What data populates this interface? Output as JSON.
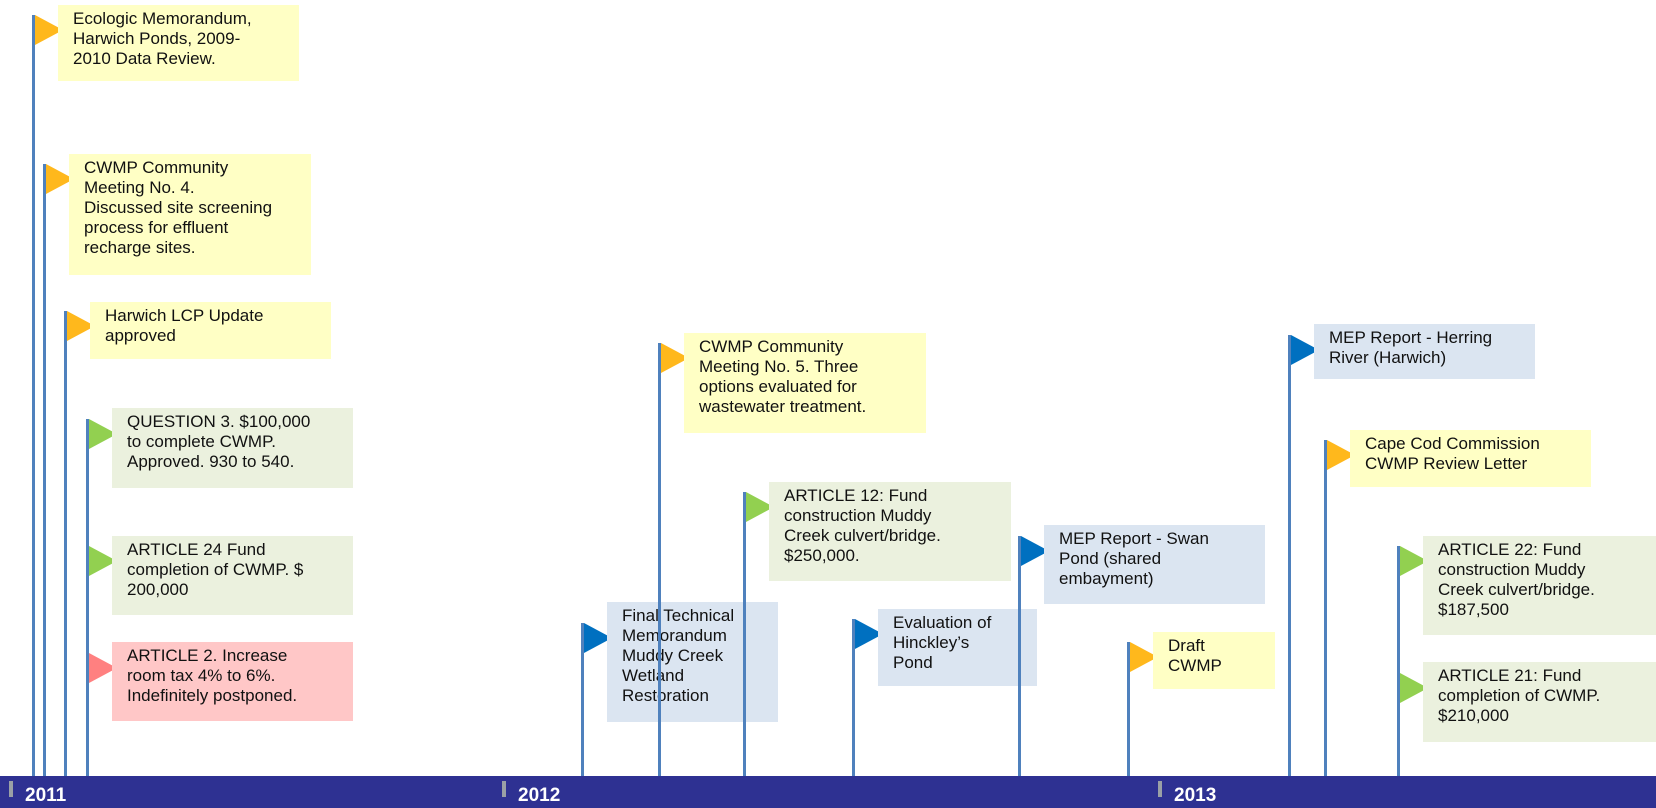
{
  "colors": {
    "axis": "#2e3192",
    "pole": "#4f81bd",
    "flag_yellow": "#ffb81c",
    "flag_blue": "#0070c0",
    "flag_green": "#92d050",
    "flag_red": "#ff8080",
    "box_yellow": "#ffffc5",
    "box_blue": "#dbe5f1",
    "box_green": "#ebf1de",
    "box_red": "#ffc7c7"
  },
  "axis": {
    "years": [
      "2011",
      "2012",
      "2013"
    ]
  },
  "events": [
    {
      "id": "ecologic-memo",
      "color": "yellow",
      "text": "Ecologic Memorandum,\nHarwich Ponds, 2009-\n2010 Data Review."
    },
    {
      "id": "cwmp-meeting-4",
      "color": "yellow",
      "text": "CWMP Community\nMeeting No. 4.\nDiscussed site screening\nprocess for effluent\nrecharge sites."
    },
    {
      "id": "lcp-update",
      "color": "yellow",
      "text": "Harwich LCP Update\napproved"
    },
    {
      "id": "question-3",
      "color": "green",
      "text": "QUESTION 3. $100,000\nto complete CWMP.\nApproved. 930 to 540."
    },
    {
      "id": "article-24",
      "color": "green",
      "text": "ARTICLE 24 Fund\ncompletion of CWMP. $\n200,000"
    },
    {
      "id": "article-2",
      "color": "red",
      "text": "ARTICLE 2. Increase\nroom tax 4% to 6%.\nIndefinitely postponed."
    },
    {
      "id": "final-tech-memo",
      "color": "blue",
      "text": "Final Technical\nMemorandum\nMuddy Creek\nWetland\nRestoration"
    },
    {
      "id": "cwmp-meeting-5",
      "color": "yellow",
      "text": "CWMP Community\nMeeting No. 5. Three\noptions evaluated for\nwastewater treatment."
    },
    {
      "id": "article-12",
      "color": "green",
      "text": "ARTICLE 12: Fund\nconstruction Muddy\nCreek culvert/bridge.\n$250,000."
    },
    {
      "id": "hinckleys-pond",
      "color": "blue",
      "text": "Evaluation of\nHinckley’s\nPond"
    },
    {
      "id": "mep-swan-pond",
      "color": "blue",
      "text": "MEP Report - Swan\nPond (shared\nembayment)"
    },
    {
      "id": "draft-cwmp",
      "color": "yellow",
      "text": "Draft\nCWMP"
    },
    {
      "id": "mep-herring-river",
      "color": "blue",
      "text": "MEP Report - Herring\nRiver (Harwich)"
    },
    {
      "id": "ccc-review-letter",
      "color": "yellow",
      "text": "Cape Cod Commission\nCWMP Review Letter"
    },
    {
      "id": "article-22",
      "color": "green",
      "text": "ARTICLE 22: Fund\nconstruction Muddy\nCreek culvert/bridge.\n$187,500"
    },
    {
      "id": "article-21",
      "color": "green",
      "text": "ARTICLE 21: Fund\ncompletion of CWMP.\n$210,000"
    }
  ]
}
